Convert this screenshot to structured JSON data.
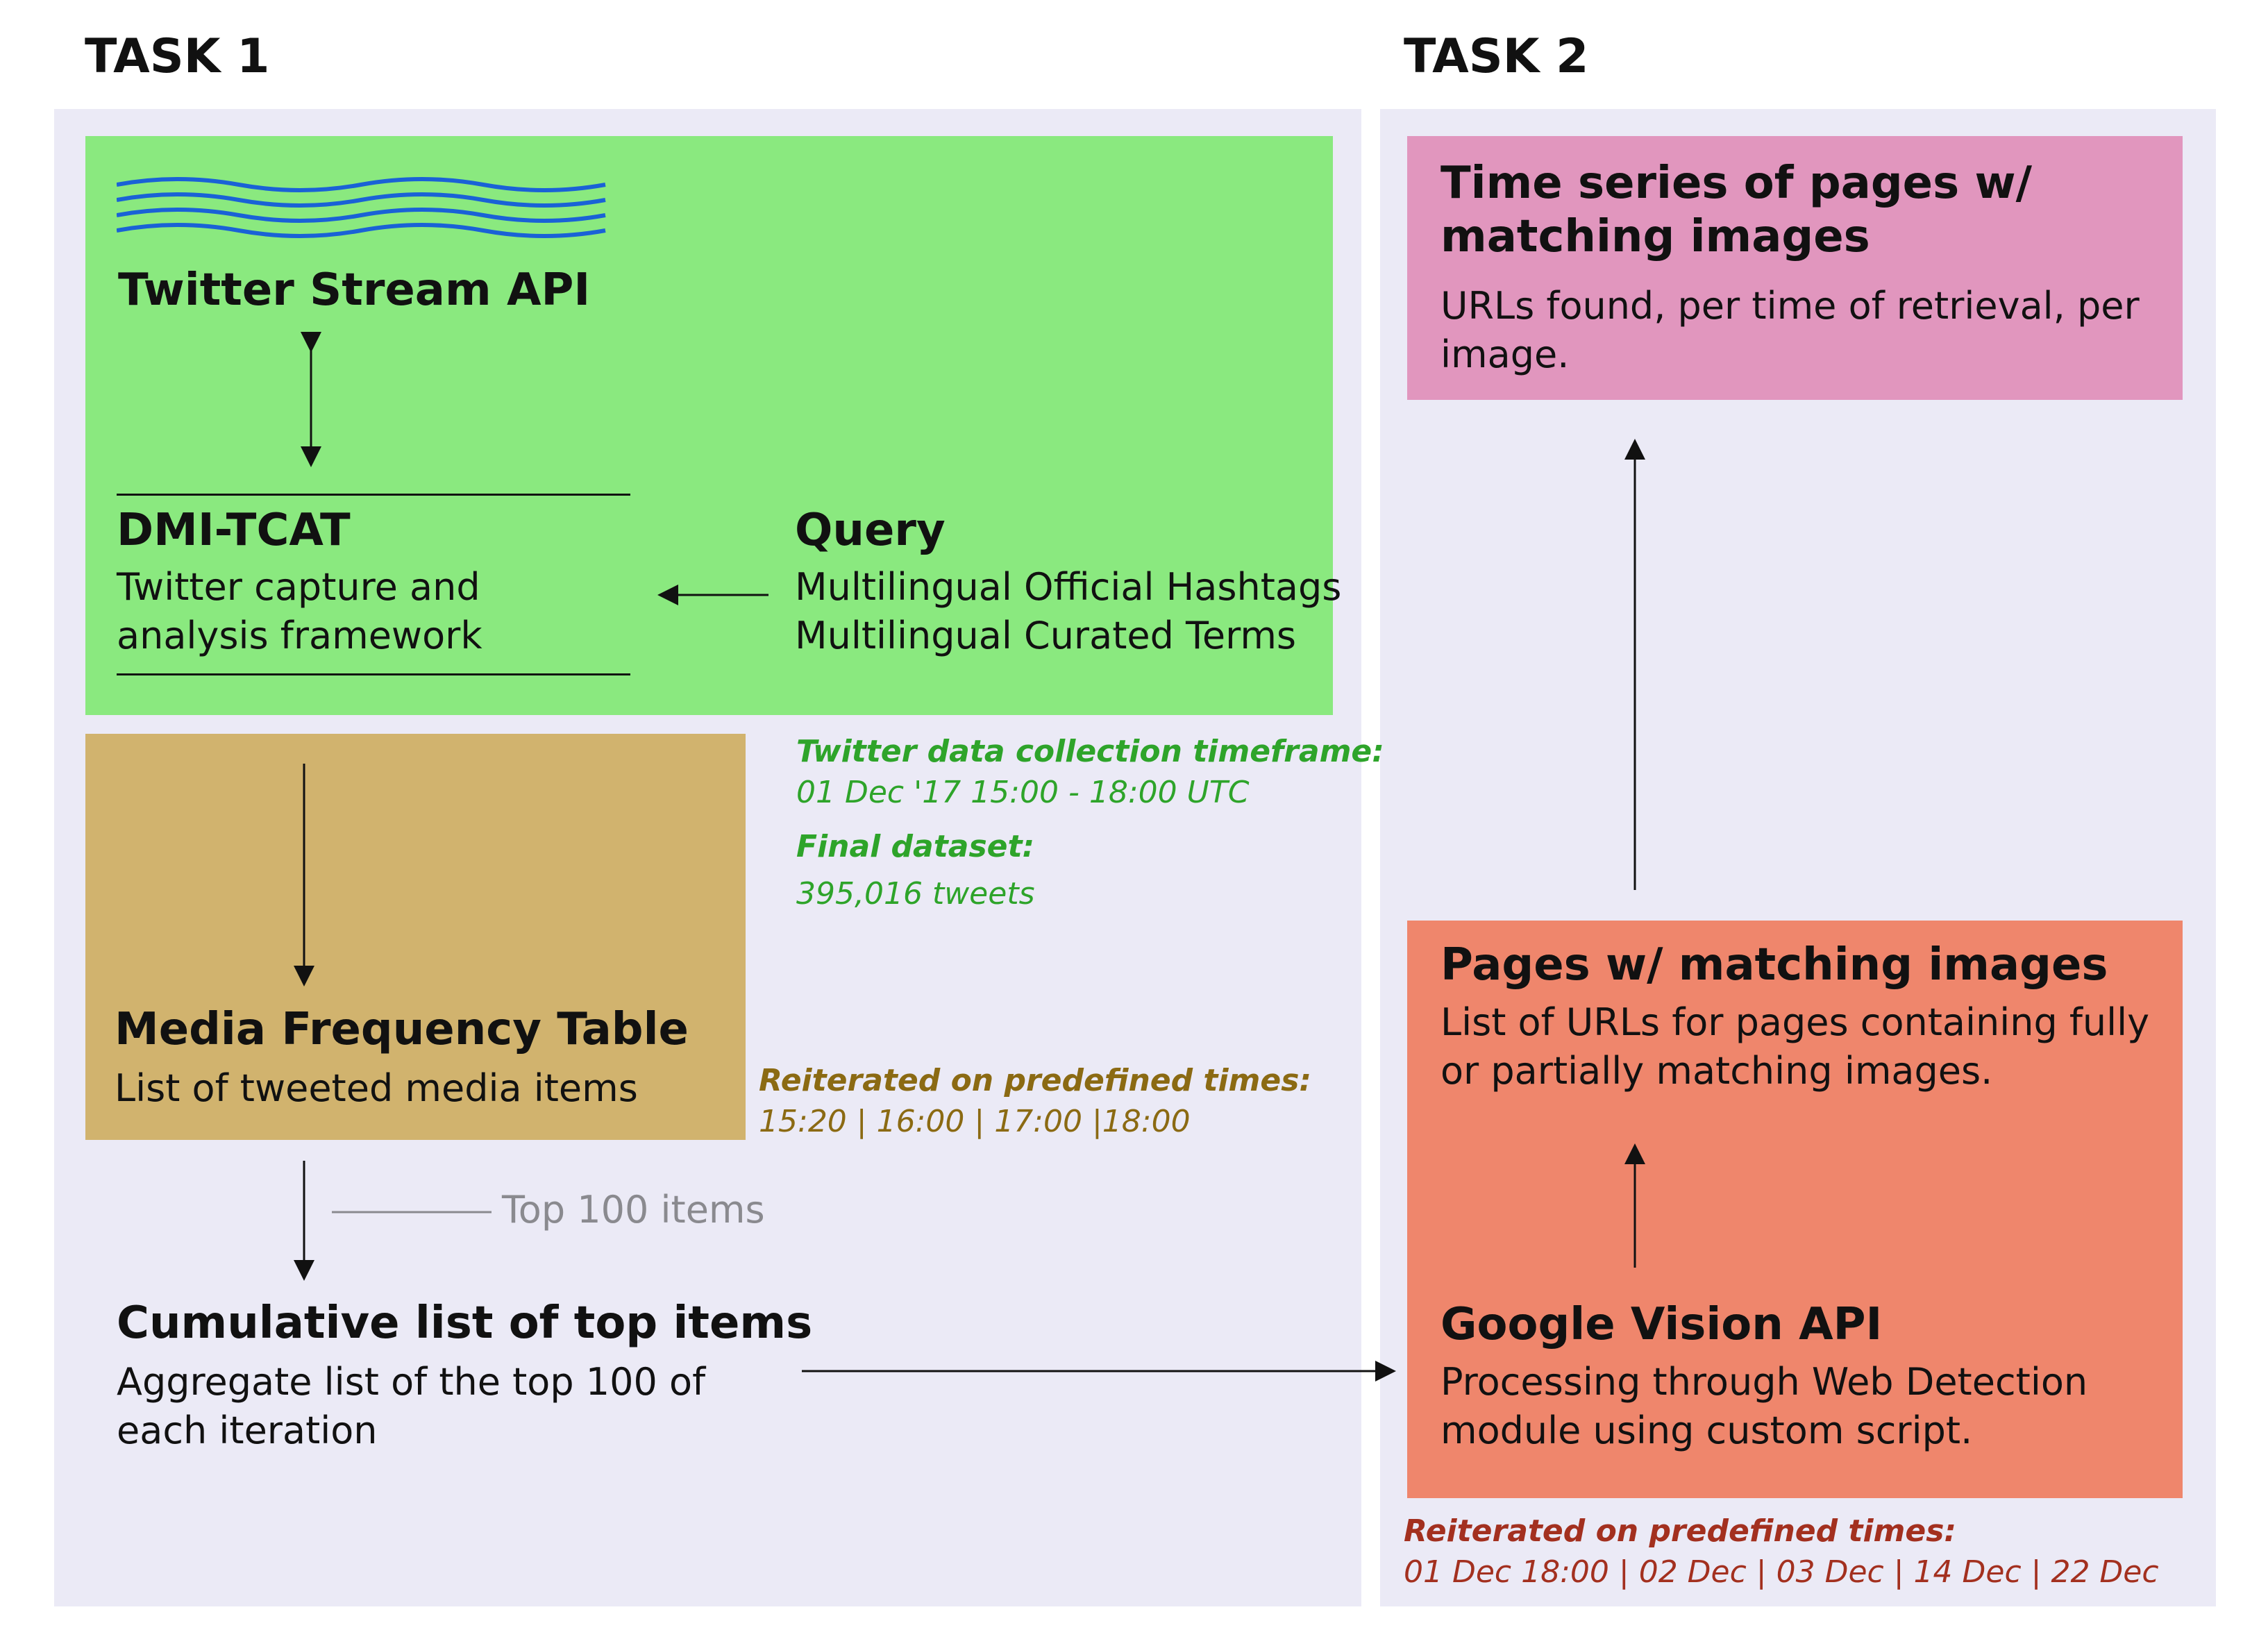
{
  "task1": {
    "title": "TASK 1",
    "twitter_stream": {
      "title": "Twitter Stream API"
    },
    "dmi_tcat": {
      "title": "DMI-TCAT",
      "desc": "Twitter capture and analysis framework"
    },
    "query": {
      "title": "Query",
      "lines": [
        "Multilingual Official Hashtags",
        "Multilingual Curated Terms"
      ]
    },
    "collection_note": {
      "timeframe_label": "Twitter data collection timeframe:",
      "timeframe_value": "01 Dec '17 15:00 - 18:00 UTC",
      "dataset_label": "Final dataset:",
      "dataset_value": "395,016 tweets"
    },
    "media_table": {
      "title": "Media Frequency Table",
      "desc": "List of tweeted media items"
    },
    "media_note": {
      "label": "Reiterated on predefined times:",
      "times": "15:20 | 16:00 | 17:00 |18:00"
    },
    "top_label": "Top 100 items",
    "cumulative": {
      "title": "Cumulative list of top items",
      "desc": "Aggregate list of the top 100 of each iteration"
    }
  },
  "task2": {
    "title": "TASK 2",
    "time_series": {
      "title": "Time series of pages w/ matching images",
      "desc": "URLs found, per time of retrieval, per image."
    },
    "pages": {
      "title": "Pages w/ matching images",
      "desc": "List of URLs for pages containing fully or partially matching images."
    },
    "google_vision": {
      "title": "Google Vision API",
      "desc": "Processing through Web Detection module using custom script."
    },
    "vision_note": {
      "label": "Reiterated on predefined times:",
      "times": "01 Dec 18:00 | 02 Dec | 03 Dec | 14 Dec | 22 Dec"
    }
  },
  "colors": {
    "panel": "#ebeaf6",
    "stream_box": "#8ae97f",
    "media_box": "#d1b36e",
    "time_series_box": "#e196be",
    "pages_box": "#ef866c",
    "wave": "#1a62d6"
  }
}
